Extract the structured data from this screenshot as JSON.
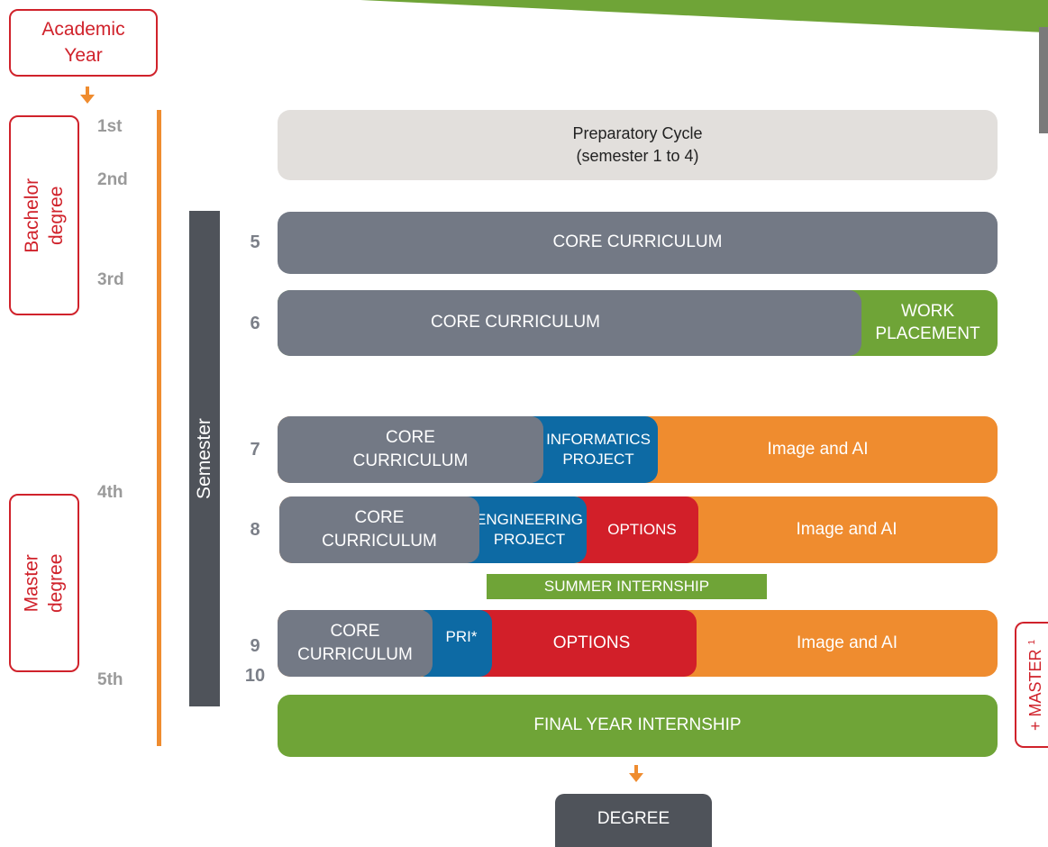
{
  "academic_year_label": "Academic Year",
  "bachelor_label": "Bachelor degree",
  "master_label": "Master degree",
  "semester_label": "Semester",
  "years": [
    "1st",
    "2nd",
    "3rd",
    "4th",
    "5th"
  ],
  "semesters": [
    "5",
    "6",
    "7",
    "8",
    "9",
    "10"
  ],
  "preparatory": {
    "line1": "Preparatory Cycle",
    "line2": "(semester 1 to 4)"
  },
  "row5": {
    "core": "CORE CURRICULUM"
  },
  "row6": {
    "core": "CORE CURRICULUM",
    "work_line1": "WORK",
    "work_line2": "PLACEMENT"
  },
  "row7": {
    "core_line1": "CORE",
    "core_line2": "CURRICULUM",
    "proj_line1": "INFORMATICS",
    "proj_line2": "PROJECT",
    "major": "Image and AI"
  },
  "row8": {
    "core_line1": "CORE",
    "core_line2": "CURRICULUM",
    "proj_line1": "ENGINEERING",
    "proj_line2": "PROJECT",
    "options": "OPTIONS",
    "major": "Image and AI"
  },
  "summer": "SUMMER INTERNSHIP",
  "row9": {
    "core_line1": "CORE",
    "core_line2": "CURRICULUM",
    "pri": "PRI*",
    "options": "OPTIONS",
    "major": "Image and AI"
  },
  "row10": "FINAL YEAR INTERNSHIP",
  "degree": "DEGREE",
  "master_plus": "+ MASTER",
  "master_sup": "1",
  "colors": {
    "gray": "#737985",
    "green": "#6fa437",
    "orange": "#ef8c2f",
    "blue": "#0d6aa4",
    "red": "#d21f29",
    "accent_red": "#d0222b"
  }
}
